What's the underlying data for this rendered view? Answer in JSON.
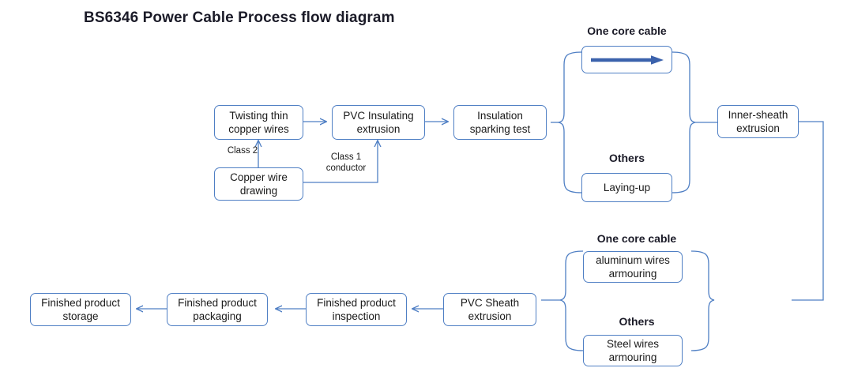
{
  "title": "BS6346 Power Cable Process flow diagram",
  "colors": {
    "node_border": "#4f7fc4",
    "connector": "#4f7fc4",
    "thick_arrow": "#3b62ac",
    "text": "#1a1a1a",
    "background": "#ffffff"
  },
  "nodes": {
    "twisting": "Twisting thin\ncopper wires",
    "pvc_insulating": "PVC Insulating\nextrusion",
    "sparking": "Insulation\nsparking test",
    "copper_drawing": "Copper wire\ndrawing",
    "one_core_arrow": "",
    "laying_up": "Laying-up",
    "inner_sheath": "Inner-sheath\nextrusion",
    "aluminum_armour": "aluminum wires\narmouring",
    "steel_armour": "Steel wires\narmouring",
    "pvc_sheath": "PVC Sheath\nextrusion",
    "inspection": "Finished product\ninspection",
    "packaging": "Finished product\npackaging",
    "storage": "Finished product\nstorage"
  },
  "group_labels": {
    "top_one_core": "One core cable",
    "top_others": "Others",
    "bottom_one_core": "One core cable",
    "bottom_others": "Others"
  },
  "edge_labels": {
    "class2": "Class 2",
    "class1": "Class 1\nconductor"
  },
  "icons": {
    "pass_through_arrow": "right-arrow-icon"
  }
}
